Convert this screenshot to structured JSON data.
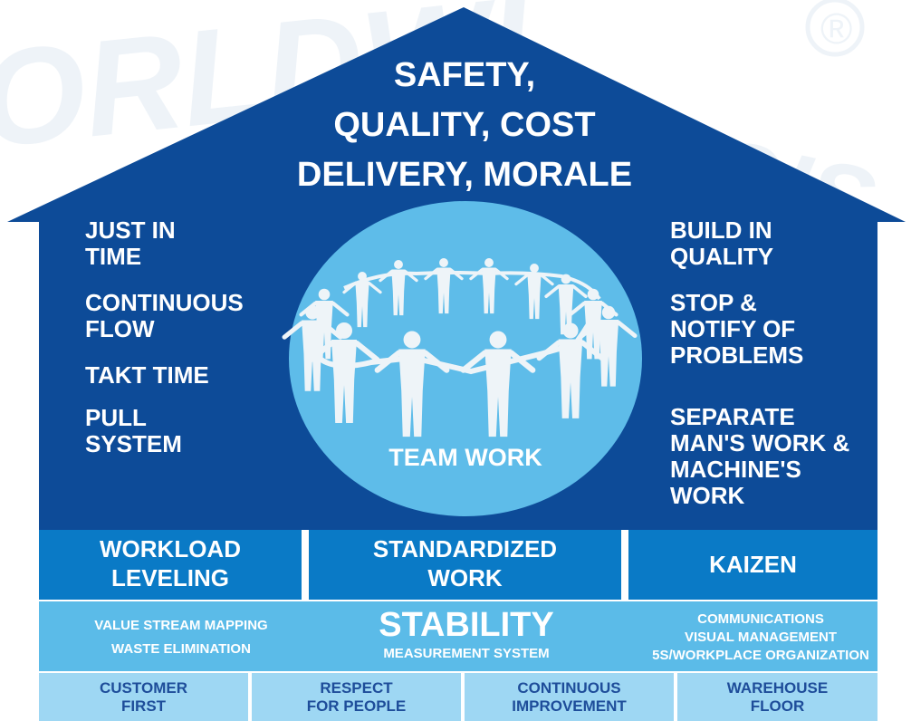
{
  "colors": {
    "house_dark": "#0d4b98",
    "pillar_blue": "#0a7ac6",
    "stability_blue": "#5bbbe8",
    "foundation_blue": "#9ed7f3",
    "circle_blue": "#5ebce9",
    "text_dark": "#1e4d9a",
    "watermark": "#eef3f8"
  },
  "roof": {
    "title": "SAFETY,\nQUALITY, COST\nDELIVERY, MORALE"
  },
  "left_column": {
    "items": [
      "JUST IN\nTIME",
      "CONTINUOUS\nFLOW",
      "TAKT TIME",
      "PULL\nSYSTEM"
    ]
  },
  "right_column": {
    "items": [
      "BUILD IN\nQUALITY",
      "STOP &\nNOTIFY OF\nPROBLEMS",
      "SEPARATE\nMAN'S WORK &\nMACHINE'S\nWORK"
    ]
  },
  "center": {
    "label": "TEAM WORK",
    "illustration": "people-circle-illustration"
  },
  "pillars": [
    "WORKLOAD\nLEVELING",
    "STANDARDIZED\nWORK",
    "KAIZEN"
  ],
  "stability": {
    "title": "STABILITY",
    "subtitle": "MEASUREMENT SYSTEM",
    "left_items": [
      "VALUE STREAM MAPPING",
      "WASTE ELIMINATION"
    ],
    "right_items": [
      "COMMUNICATIONS",
      "VISUAL MANAGEMENT",
      "5S/WORKPLACE ORGANIZATION"
    ]
  },
  "foundation": [
    "CUSTOMER\nFIRST",
    "RESPECT\nFOR PEOPLE",
    "CONTINUOUS\nIMPROVEMENT",
    "WAREHOUSE\nFLOOR"
  ],
  "watermark": {
    "text_left": "ORLDWI",
    "text_right": "OGIS",
    "registered_mark": "®"
  }
}
